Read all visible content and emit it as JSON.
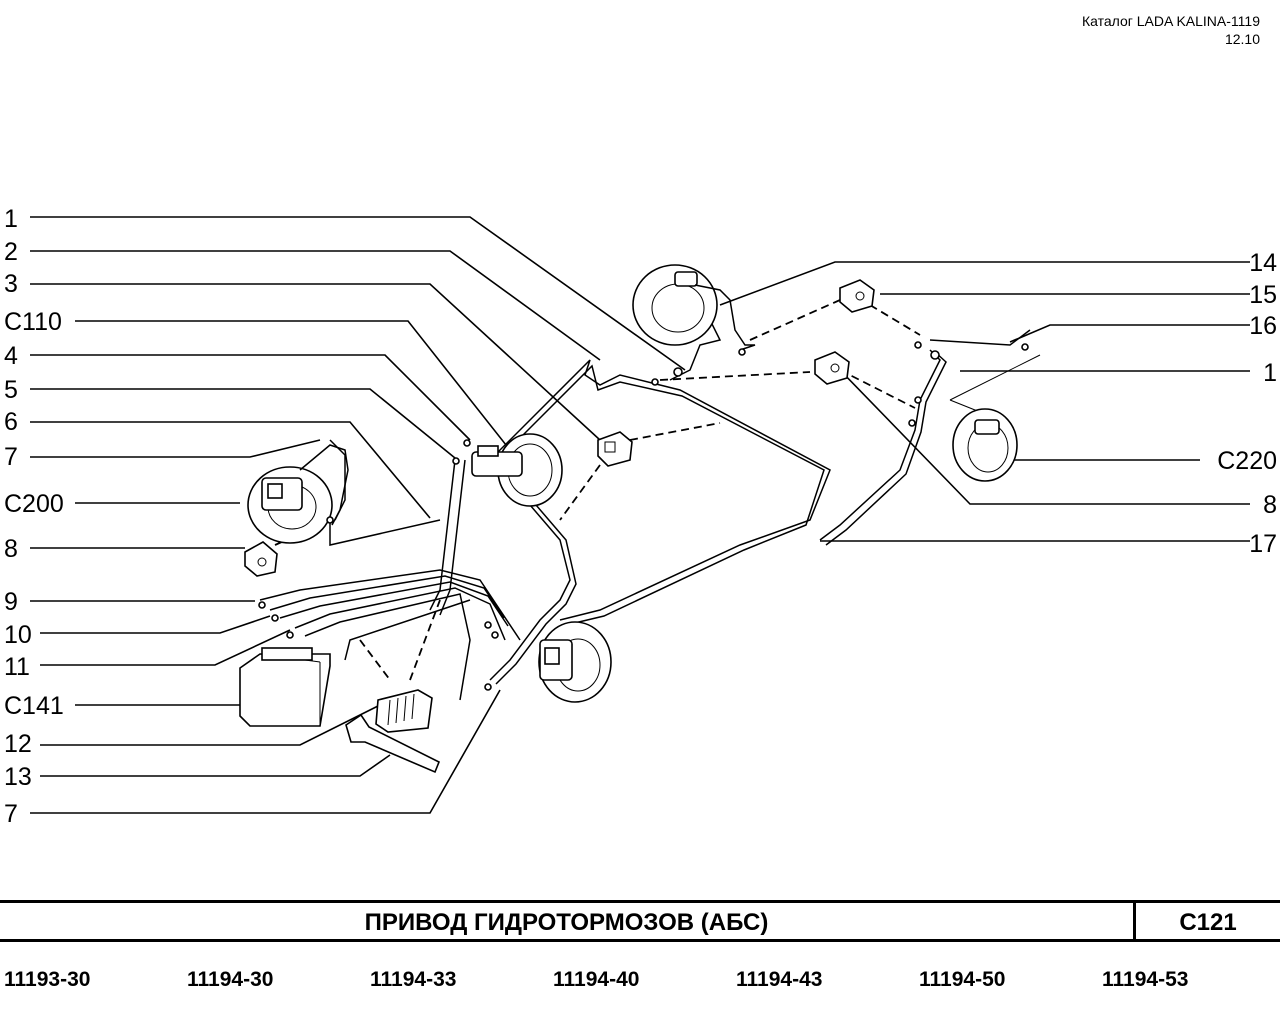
{
  "header": {
    "catalog": "Каталог LADA KALINA-1119",
    "date": "12.10"
  },
  "labels_left": [
    "1",
    "2",
    "3",
    "C110",
    "4",
    "5",
    "6",
    "7",
    "C200",
    "8",
    "9",
    "10",
    "11",
    "C141",
    "12",
    "13",
    "7"
  ],
  "labels_right": [
    "14",
    "15",
    "16",
    "1",
    "C220",
    "8",
    "17"
  ],
  "title": {
    "text": "ПРИВОД  ГИДРОТОРМОЗОВ  (АБС)",
    "code": "C121"
  },
  "models": [
    "11193-30",
    "11194-30",
    "11194-33",
    "11194-40",
    "11194-43",
    "11194-50",
    "11194-53"
  ]
}
